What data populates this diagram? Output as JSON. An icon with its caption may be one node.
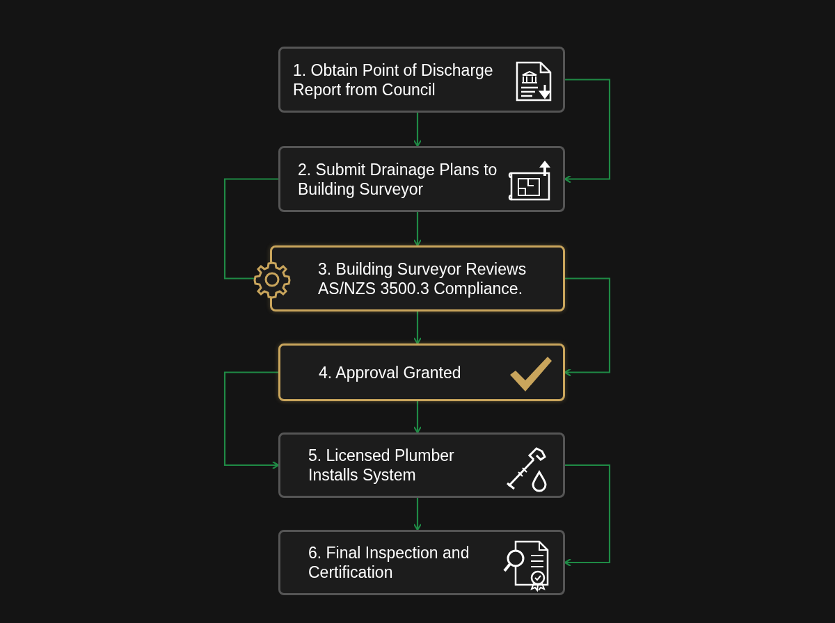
{
  "diagram": {
    "nodes": [
      {
        "text": [
          "1. Obtain Point of Discharge Report from Council"
        ]
      },
      {
        "text": [
          "2. Submit Drainage Plans to Building Surveyor"
        ]
      },
      {
        "text": [
          "3. Building Surveyor Reviews AS/NZS 3500.3 Compliance."
        ]
      },
      {
        "text": [
          "4. Approval Granted"
        ]
      },
      {
        "text": [
          "5. Licensed Plumber Installs System"
        ]
      },
      {
        "text": [
          "6. Final Inspection and Certification"
        ]
      }
    ],
    "edges": [
      {
        "from": 0,
        "to": 1,
        "arrow": "to"
      },
      {
        "from": 0,
        "to": 1,
        "arrow": "to"
      },
      {
        "from": 1,
        "to": 2,
        "arrow": "to"
      },
      {
        "from": 1,
        "to": 2,
        "arrow": "to"
      },
      {
        "from": 2,
        "to": 3,
        "arrow": "to"
      },
      {
        "from": 2,
        "to": 3,
        "arrow": "to"
      },
      {
        "from": 3,
        "to": 4,
        "arrow": "to"
      },
      {
        "from": 3,
        "to": 4,
        "arrow": "to"
      },
      {
        "from": 4,
        "to": 5,
        "arrow": "to"
      },
      {
        "from": 4,
        "to": 5,
        "arrow": "to"
      }
    ]
  }
}
